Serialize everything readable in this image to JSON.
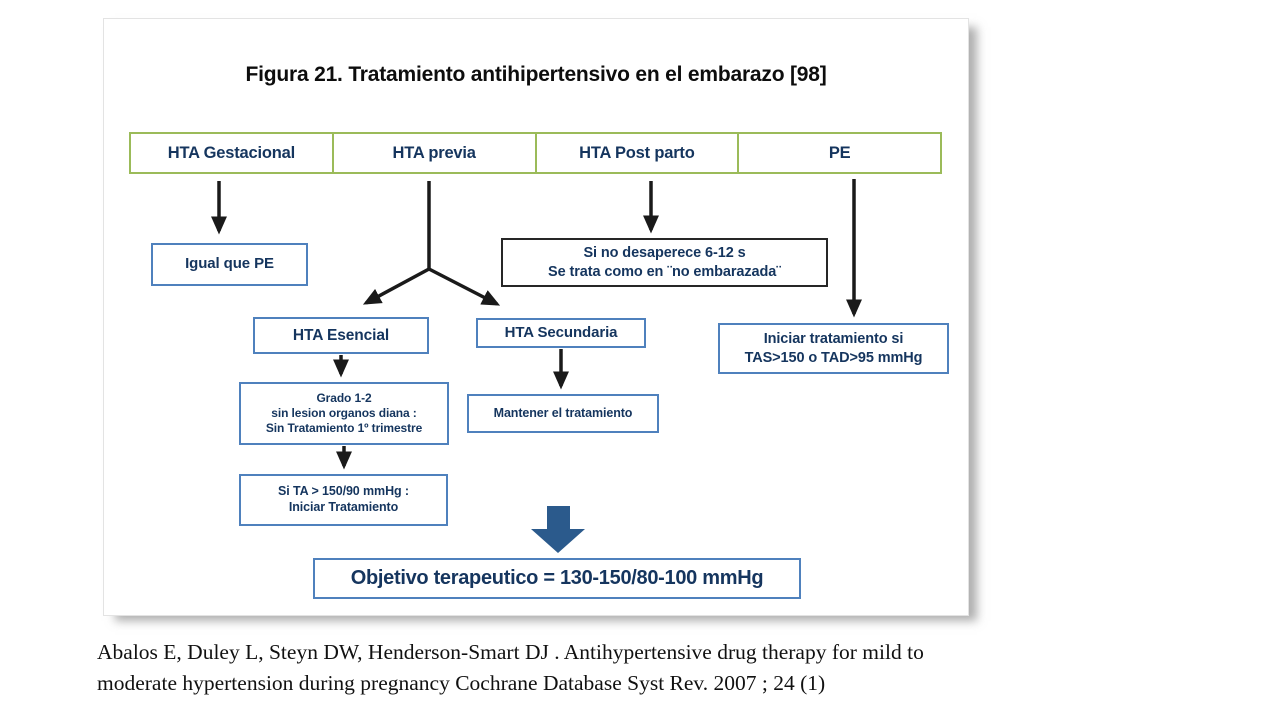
{
  "colors": {
    "green_border": "#9BBB59",
    "blue_border": "#4F81BD",
    "navy_text": "#15355e",
    "arrow_black": "#1a1a1a",
    "arrow_blue": "#2B5A8C"
  },
  "slide": {
    "title": "Figura 21. Tratamiento antihipertensivo en el embarazo [98]",
    "header": {
      "columns": [
        {
          "label": "HTA  Gestacional"
        },
        {
          "label": "HTA previa"
        },
        {
          "label": "HTA Post parto"
        },
        {
          "label": "PE"
        }
      ]
    },
    "boxes": {
      "igual_pe": "Igual que  PE",
      "si_no": "Si no desaperece 6-12 s\nSe trata como en ¨no embarazada¨",
      "esencial": "HTA  Esencial",
      "secundaria": "HTA Secundaria",
      "iniciar": "Iniciar tratamiento si\nTAS>150 o TAD>95 mmHg",
      "grado": "Grado 1-2\nsin lesion  organos diana :\nSin Tratamiento 1º trimestre",
      "mantener": "Mantener el tratamiento",
      "si_ta": "Si TA > 150/90  mmHg :\nIniciar Tratamiento",
      "objetivo": "Objetivo terapeutico = 130-150/80-100 mmHg"
    }
  },
  "citation": {
    "lines": [
      "Abalos E, Duley L, Steyn DW, Henderson-Smart DJ . Antihypertensive drug therapy for mild to",
      "moderate hypertension during pregnancy Cochrane Database Syst Rev. 2007 ; 24 (1)"
    ]
  }
}
